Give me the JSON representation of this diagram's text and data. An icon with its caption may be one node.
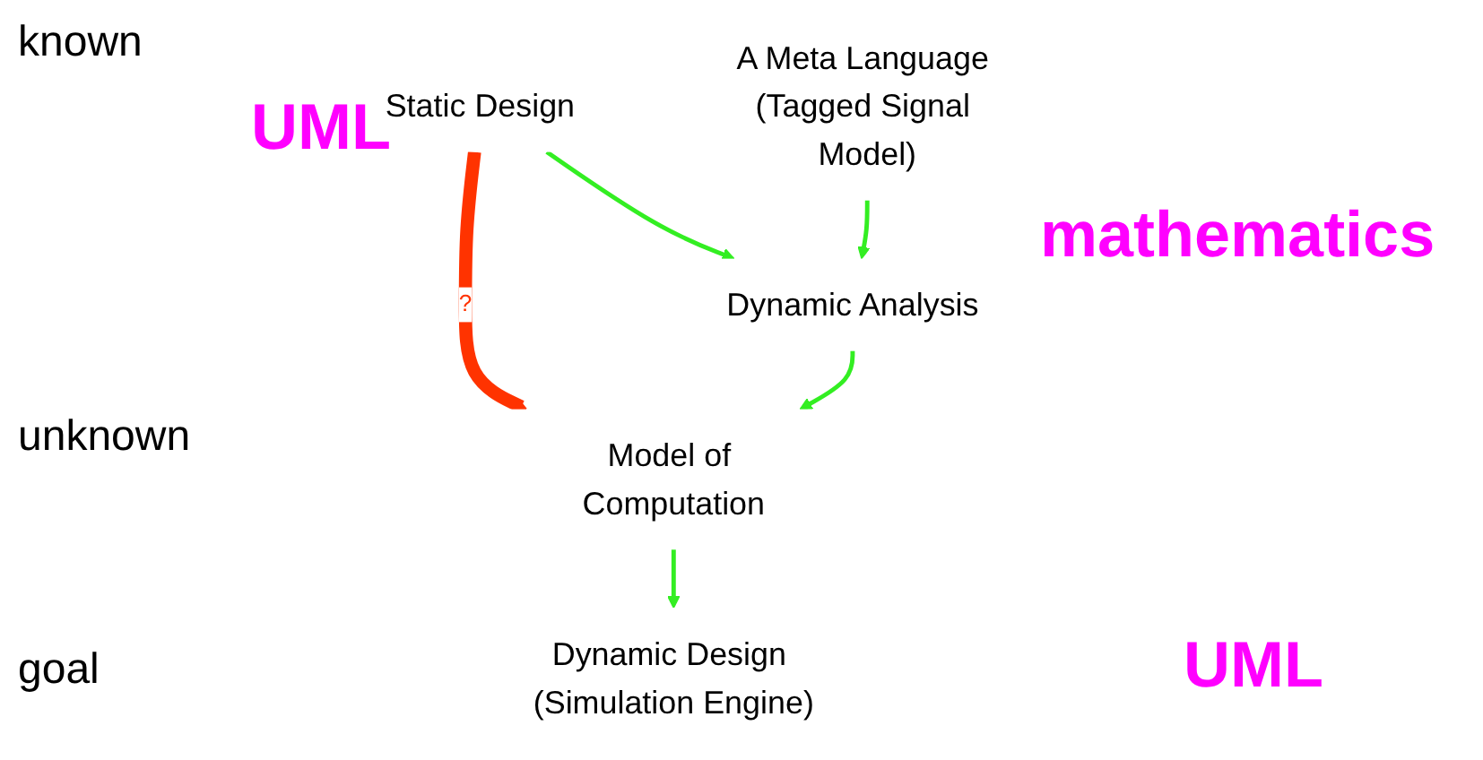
{
  "diagram": {
    "nodes": [
      {
        "text": [
          "Static Design"
        ]
      },
      {
        "text": [
          "A Meta Language (Tagged Signal Model)"
        ]
      },
      {
        "text": [
          "Dynamic Analysis"
        ]
      },
      {
        "text": [
          "Model of Computation"
        ]
      },
      {
        "text": [
          "Dynamic Design (Simulation Engine)"
        ]
      }
    ],
    "edges": [
      {
        "from": 0,
        "to": 2,
        "arrow": "to"
      },
      {
        "from": 1,
        "to": 2,
        "arrow": "to"
      },
      {
        "from": 0,
        "to": 3,
        "arrow": "to",
        "label": "?",
        "style": "thick",
        "color": "#ff3300"
      },
      {
        "from": 2,
        "to": 3,
        "arrow": "to"
      },
      {
        "from": 3,
        "to": 4,
        "arrow": "to"
      }
    ],
    "labels": [
      "known",
      "UML",
      "mathematics",
      "unknown",
      "goal",
      "UML"
    ]
  }
}
